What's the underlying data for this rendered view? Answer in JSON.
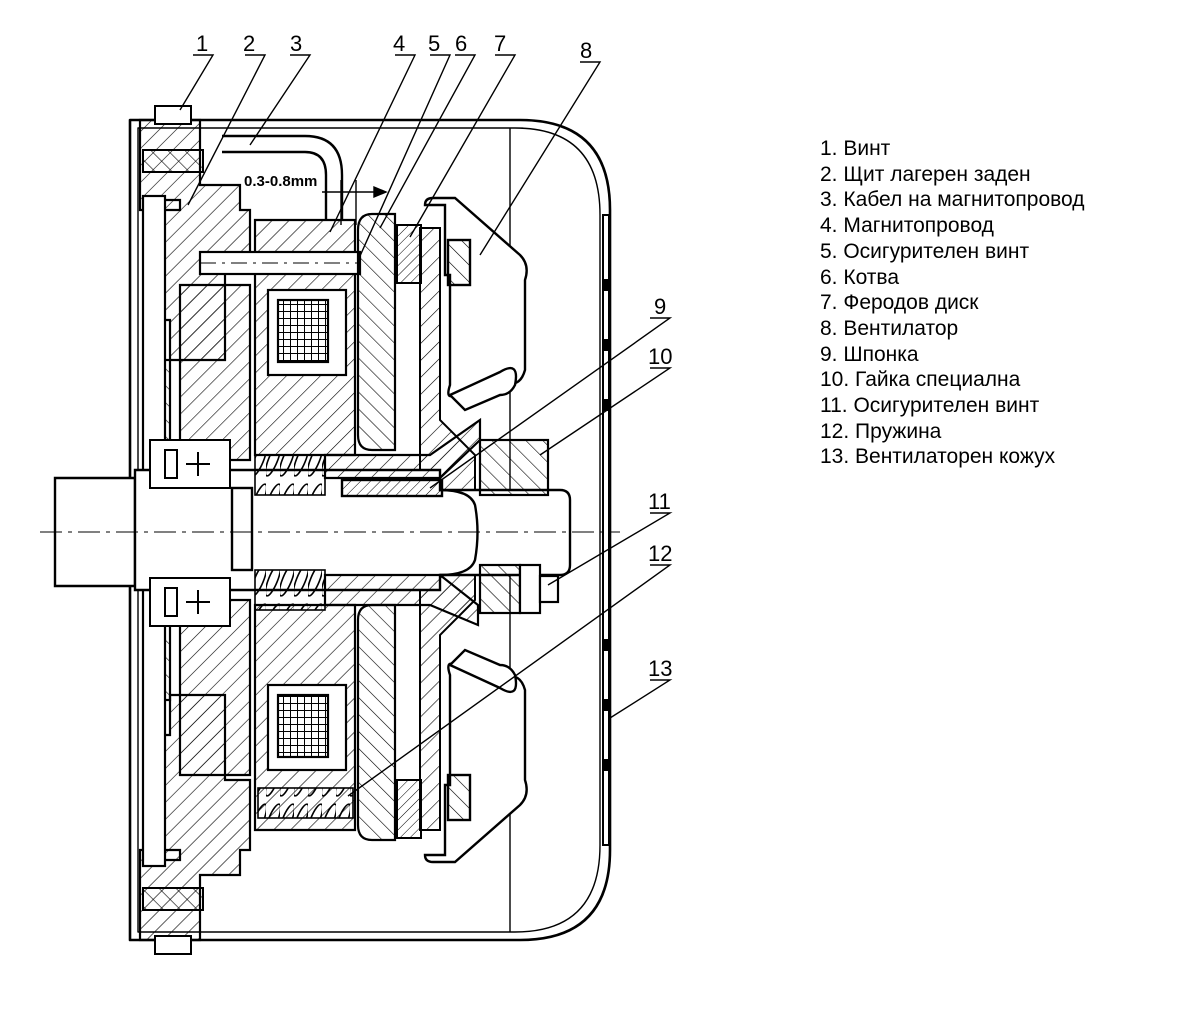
{
  "gap_dimension": "0.3-0.8mm",
  "callouts": [
    "1",
    "2",
    "3",
    "4",
    "5",
    "6",
    "7",
    "8",
    "9",
    "10",
    "11",
    "12",
    "13"
  ],
  "legend": [
    "1. Винт",
    "2. Щит лагерен заден",
    "3. Кабел на магнитопровод",
    "4. Магнитопровод",
    "5. Осигурителен винт",
    "6. Котва",
    "7. Феродов диск",
    "8. Вентилатор",
    "9. Шпонка",
    "10. Гайка специална",
    "11. Осигурителен винт",
    "12. Пружина",
    "13. Вентилаторен кожух"
  ]
}
